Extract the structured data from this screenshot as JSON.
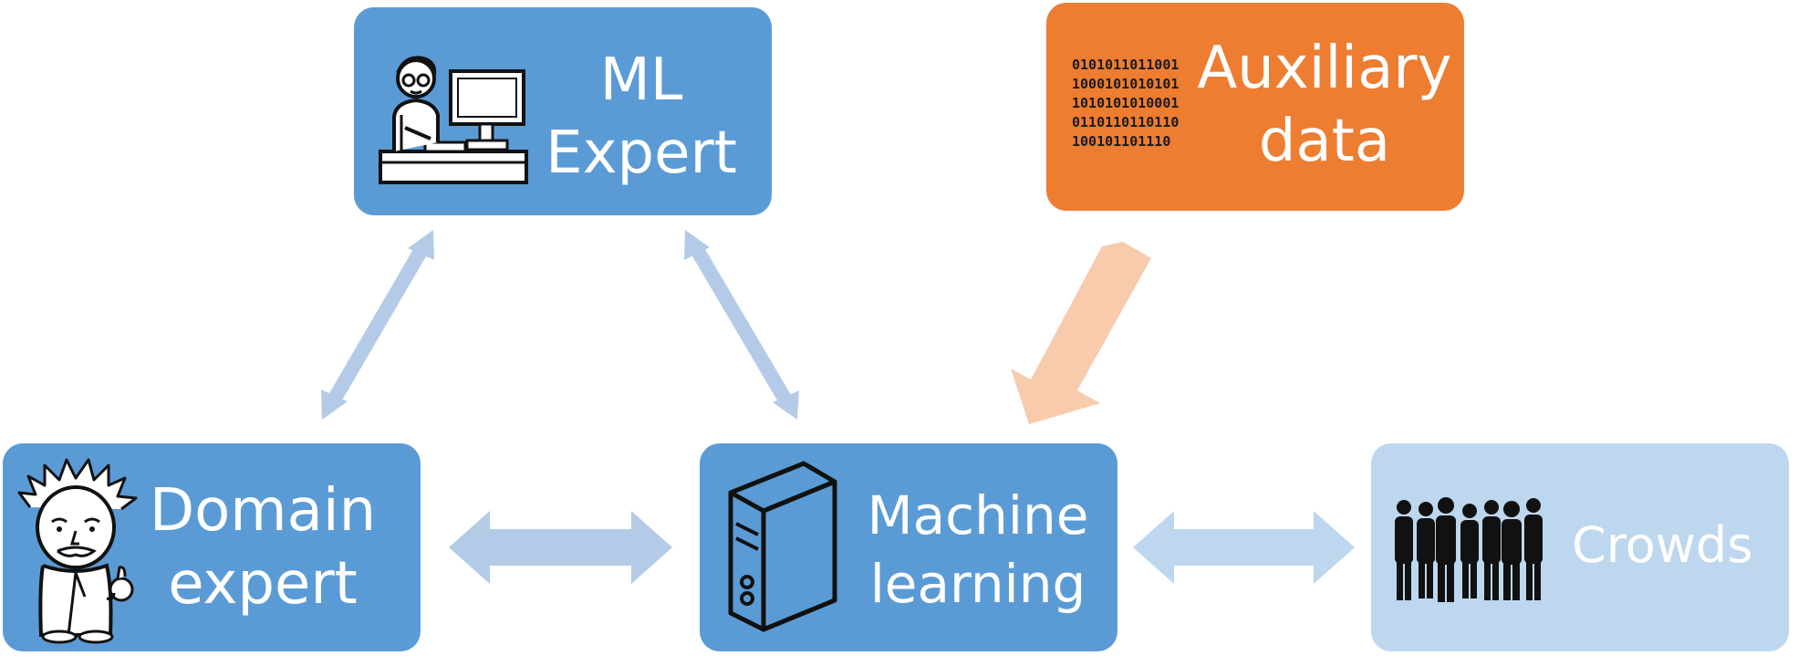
{
  "nodes": {
    "ml_expert": {
      "line1": "ML",
      "line2": "Expert",
      "icon": "ml-expert-icon"
    },
    "auxiliary_data": {
      "line1": "Auxiliary",
      "line2": "data",
      "binary_lines": [
        "0101011011001",
        "1000101010101",
        "1010101010001",
        "0110110110110",
        "100101101110"
      ]
    },
    "domain_expert": {
      "line1": "Domain",
      "line2": "expert",
      "icon": "einstein-icon"
    },
    "machine_learning": {
      "line1": "Machine",
      "line2": "learning",
      "icon": "server-tower-icon"
    },
    "crowds": {
      "label": "Crowds",
      "icon": "crowd-silhouette-icon"
    }
  },
  "colors": {
    "node_blue": "#5b9bd5",
    "node_orange": "#ed7d31",
    "node_light": "#bdd7ee",
    "arrow_blue": "#b4cbe8",
    "arrow_orange": "#f8cbad"
  }
}
